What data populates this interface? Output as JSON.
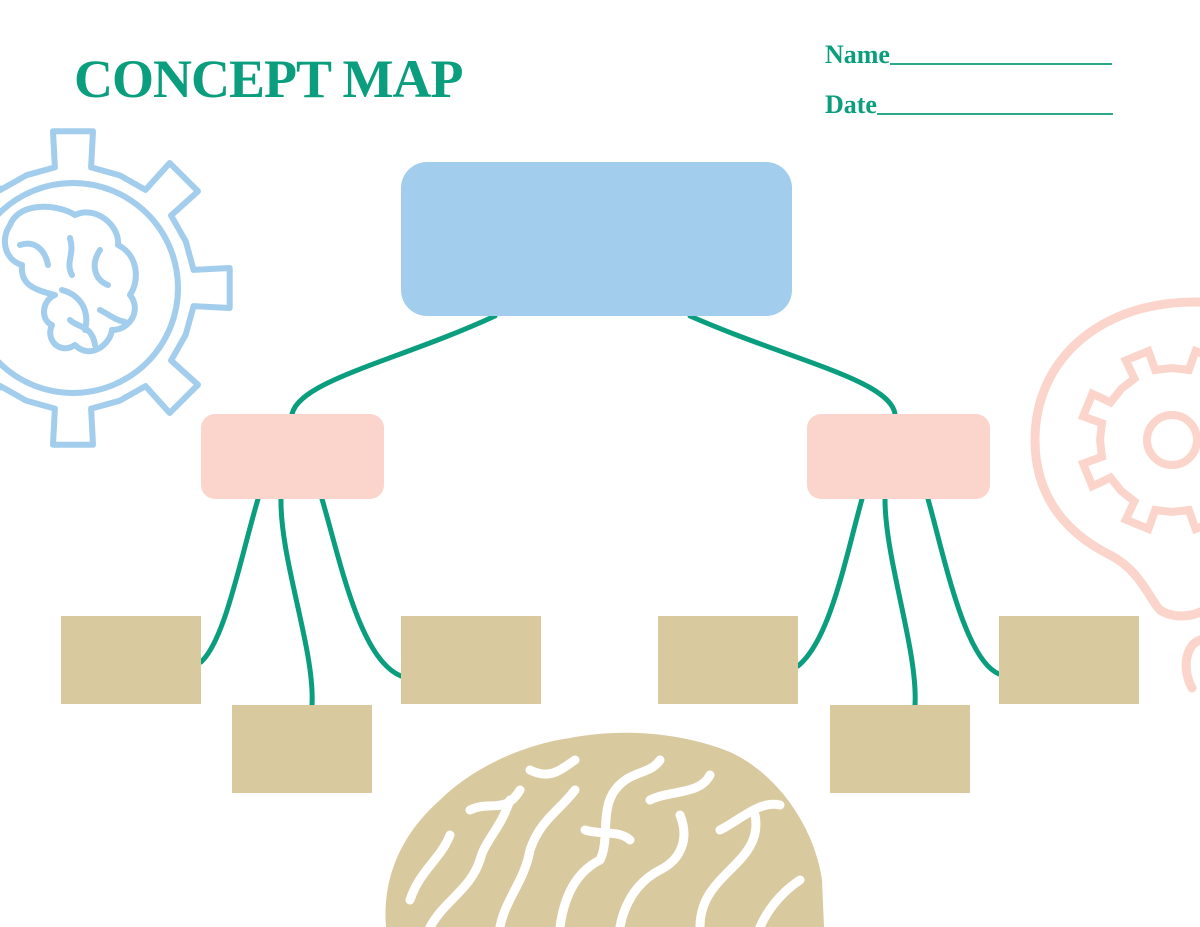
{
  "header": {
    "title": "CONCEPT MAP",
    "name_label": "Name",
    "date_label": "Date"
  },
  "colors": {
    "accent_green": "#0a9e7e",
    "main_box": "#a3cdec",
    "sub_box": "#fbd5cb",
    "leaf_box": "#d8c99f",
    "gear_icon": "#a3cdec",
    "bulb_icon": "#fbd5cb",
    "brain_icon": "#d8c99f"
  },
  "icons": [
    "gear-brain-icon",
    "lightbulb-gear-icon",
    "brain-icon"
  ]
}
